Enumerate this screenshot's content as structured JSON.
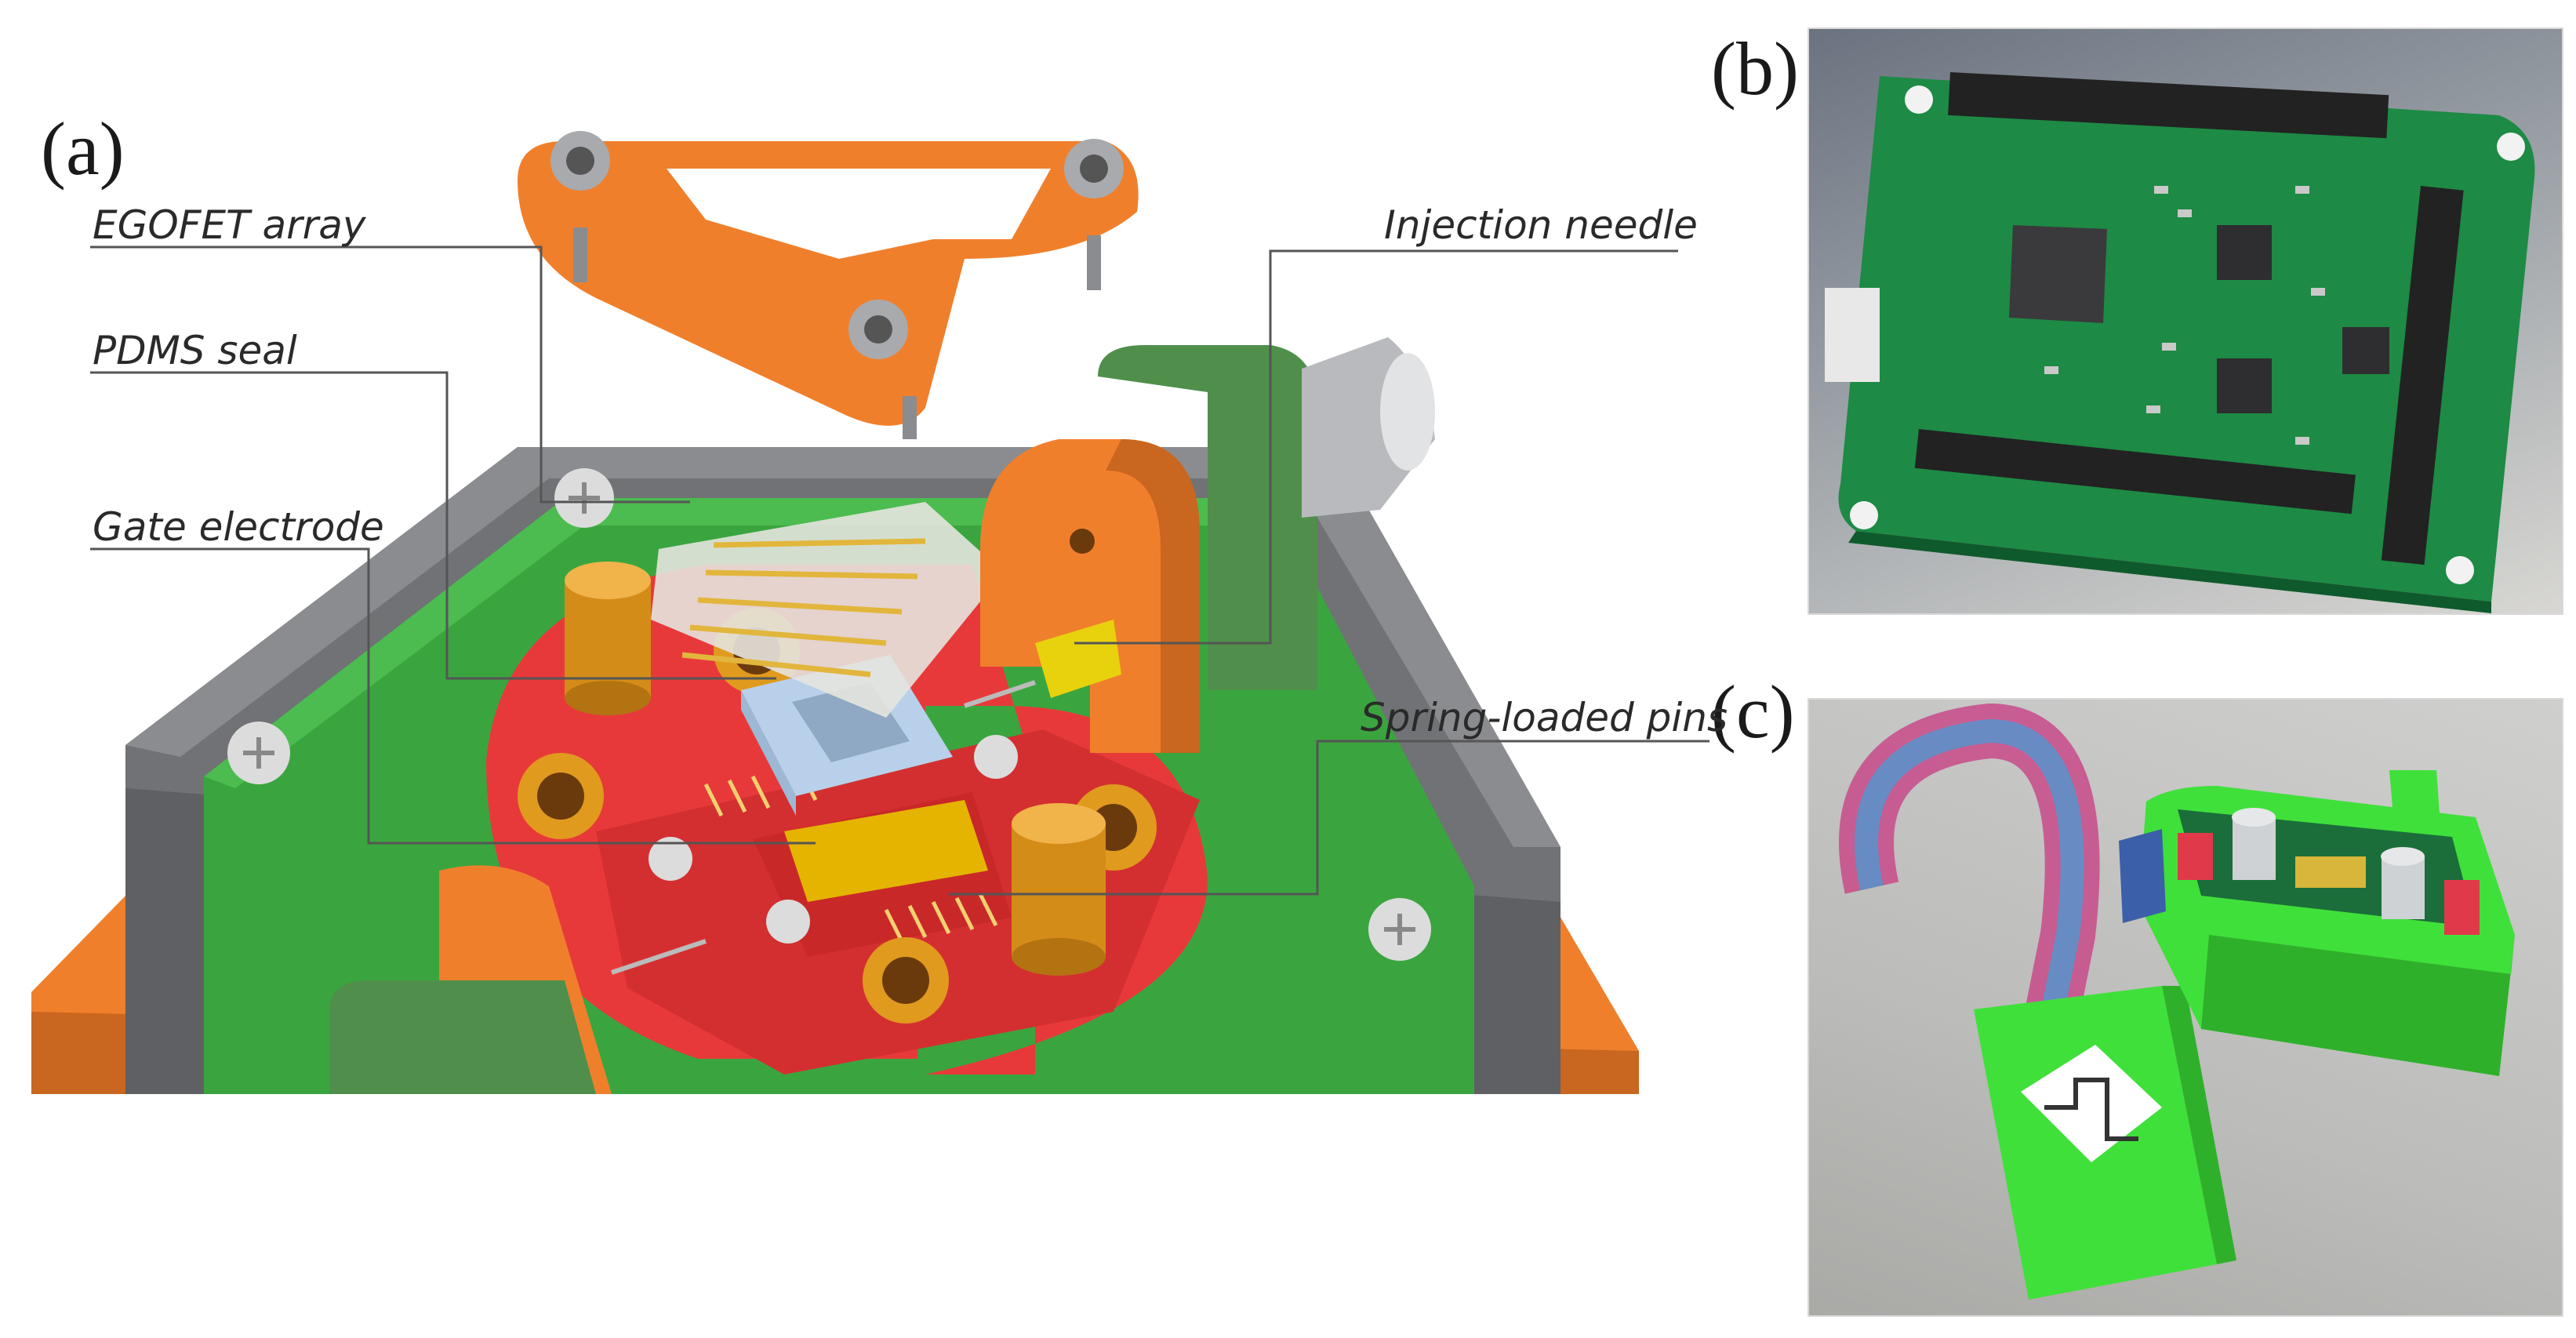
{
  "panels": {
    "a": "(a)",
    "b": "(b)",
    "c": "(c)"
  },
  "callouts": {
    "egofet_array": "EGOFET array",
    "pdms_seal": "PDMS seal",
    "gate_electrode": "Gate electrode",
    "injection_needle": "Injection needle",
    "spring_loaded_pins": "Spring-loaded pins"
  },
  "colors": {
    "housing_orange": "#f07f2c",
    "body_gray": "#6d6f72",
    "pcb_green": "#3aa53f",
    "holder_red": "#e8393a",
    "seal_blue": "#b9d0ea",
    "knob_gold": "#e09a1e",
    "cap_green": "#4f8f4b",
    "printed_green": "#3fe03a",
    "board_green": "#1d8a45"
  }
}
